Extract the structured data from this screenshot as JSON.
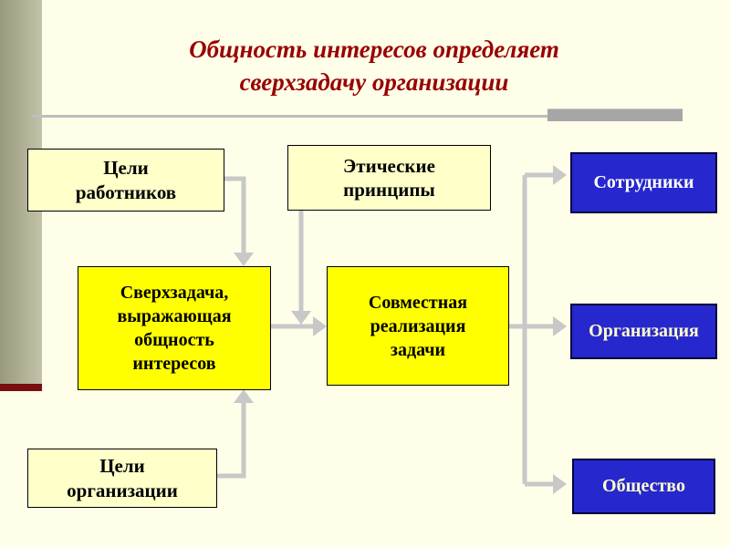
{
  "colors": {
    "background": "#FEFEE9",
    "title_red": "#990000",
    "pale_yellow_box": "#FFFFC9",
    "bright_yellow_box": "#FFFF00",
    "blue_box": "#2727CE",
    "connector_gray": "#C8C8C8",
    "accent_bar_olive": "#A6A688",
    "accent_underline_maroon": "#7A0D0D"
  },
  "title": {
    "line1": "Общность интересов определяет",
    "line2": "сверхзадачу организации"
  },
  "boxes": {
    "workers_goals": {
      "line1": "Цели",
      "line2": "работников"
    },
    "ethics": {
      "line1": "Этические",
      "line2": "принципы"
    },
    "supertask": {
      "line1": "Сверхзадача,",
      "line2": "выражающая",
      "line3": "общность",
      "line4": "интересов"
    },
    "joint": {
      "line1": "Совместная",
      "line2": "реализация",
      "line3": "задачи"
    },
    "org_goals": {
      "line1": "Цели",
      "line2": "организации"
    },
    "employees": {
      "label": "Сотрудники"
    },
    "organization": {
      "label": "Организация"
    },
    "society": {
      "label": "Общество"
    }
  }
}
